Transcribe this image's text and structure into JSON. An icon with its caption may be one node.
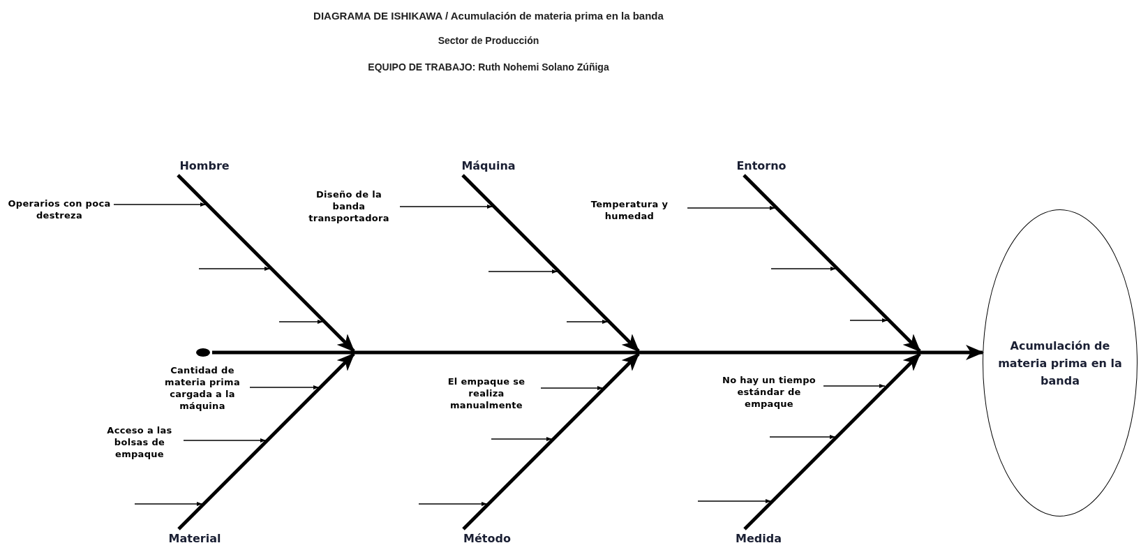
{
  "diagram": {
    "title": "DIAGRAMA DE ISHIKAWA / Acumulación de materia prima en la banda",
    "nodes": [
      {
        "text": [
          "Hombre"
        ]
      },
      {
        "text": [
          "Máquina"
        ]
      },
      {
        "text": [
          "Entorno"
        ]
      },
      {
        "text": [
          "Operarios con poca destreza"
        ]
      },
      {
        "text": [
          "Diseño de la banda transportadora"
        ]
      },
      {
        "text": [
          "Temperatura y humedad"
        ]
      },
      {
        "text": [],
        "shape": "circle"
      },
      {
        "text": [
          "Acumulación de materia prima en la banda"
        ]
      },
      {
        "text": [
          "Cantidad de materia prima cargada a la máquina"
        ]
      },
      {
        "text": [
          "El empaque se realiza manualmente"
        ]
      },
      {
        "text": [
          "No hay un tiempo estándar de empaque"
        ]
      },
      {
        "text": [
          "Acceso a las bolsas de empaque"
        ]
      },
      {
        "text": [
          "Material"
        ]
      },
      {
        "text": [
          "Método"
        ]
      },
      {
        "text": [
          "Medida"
        ]
      }
    ],
    "edges": [
      {
        "from": 6,
        "to": 7,
        "arrow": "to",
        "style": "thick"
      },
      {
        "from": 0,
        "to": null,
        "arrow": "to",
        "style": "thick"
      },
      {
        "from": 1,
        "to": null,
        "arrow": "to",
        "style": "thick"
      },
      {
        "from": 2,
        "to": null,
        "arrow": "to",
        "style": "thick"
      },
      {
        "from": 12,
        "to": null,
        "arrow": "to",
        "style": "thick"
      },
      {
        "from": 13,
        "to": null,
        "arrow": "to",
        "style": "thick"
      },
      {
        "from": 14,
        "to": null,
        "arrow": "to",
        "style": "thick"
      },
      {
        "from": 3,
        "to": 0,
        "arrow": "to"
      },
      {
        "from": 4,
        "to": 1,
        "arrow": "to"
      },
      {
        "from": 5,
        "to": 2,
        "arrow": "to"
      },
      {
        "from": 8,
        "to": null,
        "arrow": "to"
      },
      {
        "from": 11,
        "to": null,
        "arrow": "to"
      },
      {
        "from": 9,
        "to": null,
        "arrow": "to"
      },
      {
        "from": 10,
        "to": null,
        "arrow": "to"
      }
    ],
    "labels": [
      "Sector de Producción",
      "EQUIPO DE TRABAJO: Ruth Nohemi Solano Zúñiga"
    ]
  }
}
